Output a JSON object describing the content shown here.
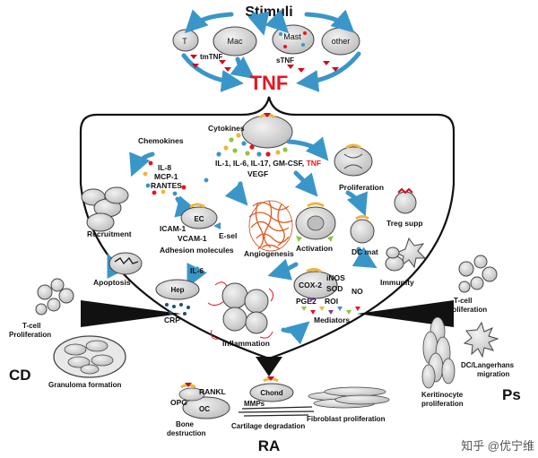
{
  "header": {
    "stimuli": "Stimuli",
    "tnf": "TNF",
    "tmtnf": "tmTNF",
    "stnf": "sTNF"
  },
  "source_cells": {
    "t": "T",
    "mac": "Mac",
    "mast": "Mast",
    "other": "other"
  },
  "center": {
    "cytokines": "Cytokines",
    "chemokines": "Chemokines",
    "chemokine_list": [
      "IL-8",
      "MCP-1",
      "RANTES"
    ],
    "cytokine_list": "IL-1, IL-6, IL-17, GM-CSF,",
    "cytokine_tnf": "TNF",
    "vegf": "VEGF",
    "proliferation": "Proliferation",
    "treg_supp": "Treg  supp",
    "recruitment": "Recruitment",
    "ec": "EC",
    "icam": "ICAM-1",
    "vcam": "VCAM-1",
    "esel": "E-sel",
    "adhesion": "Adhesion molecules",
    "angiogenesis": "Angiogenesis",
    "activation": "Activation",
    "dc_mat": "DC mat",
    "immunity": "Immunity",
    "apoptosis": "Apoptosis",
    "il6": "IL-6",
    "hep": "Hep",
    "crp": "CRP",
    "inos": "iNOS",
    "cox2": "COX-2",
    "sod": "SOD",
    "no": "NO",
    "pge2": "PGE2",
    "roi": "ROI",
    "mediators": "Mediators",
    "inflammation": "Inflammation"
  },
  "cd": {
    "label": "CD",
    "tcell": "T-cell\nProliferation",
    "granuloma": "Granuloma formation"
  },
  "ps": {
    "label": "Ps",
    "tcell": "T-cell\nProliferation",
    "dc": "DC/Langerhans\nmigration",
    "keratinocyte": "Keritinocyte\nproliferation"
  },
  "ra": {
    "label": "RA",
    "rankl": "RANKL",
    "opg": "OPG",
    "oc": "OC",
    "bone": "Bone\ndestruction",
    "chond": "Chond",
    "mmps": "MMPs",
    "cartilage": "Cartilage degradation",
    "fibroblast": "Fibroblast proliferation"
  },
  "watermark": "知乎 @优宁维",
  "colors": {
    "tnf_red": "#e8141e",
    "arrow_blue": "#3a96c8",
    "cell_gray": "#d8d8d8",
    "receptor_yellow": "#f0b43c"
  }
}
